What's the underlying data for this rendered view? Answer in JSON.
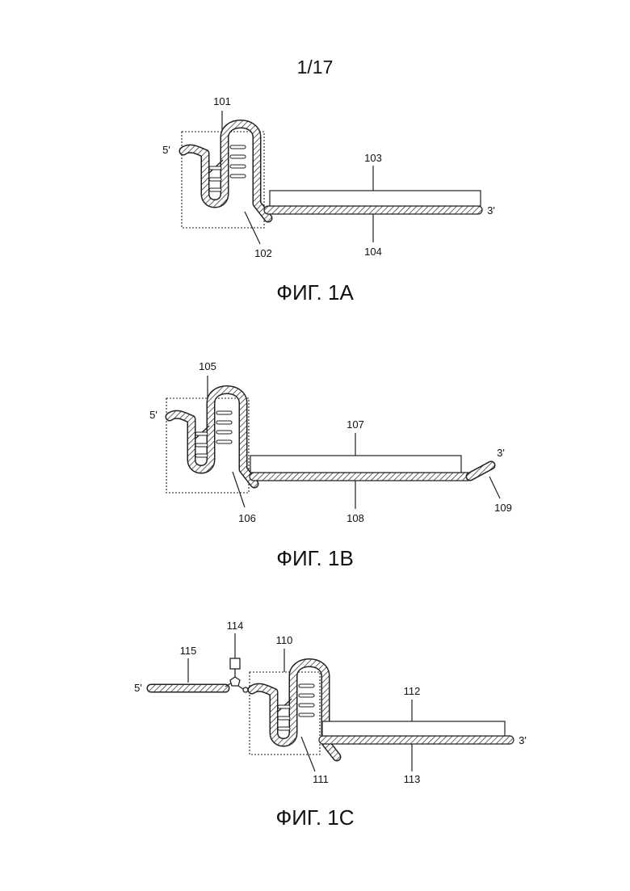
{
  "page": {
    "number": "1/17"
  },
  "figures": [
    {
      "caption": "ФИГ. 1A",
      "labels": {
        "five_prime": "5'",
        "three_prime": "3'",
        "box": "101",
        "stem_loop": "102",
        "bar": "103",
        "strand": "104"
      }
    },
    {
      "caption": "ФИГ. 1B",
      "labels": {
        "five_prime": "5'",
        "three_prime": "3'",
        "box": "105",
        "stem_loop": "106",
        "bar": "107",
        "strand": "108",
        "tail": "109"
      }
    },
    {
      "caption": "ФИГ. 1C",
      "labels": {
        "five_prime": "5'",
        "three_prime": "3'",
        "box": "110",
        "stem_loop": "111",
        "bar": "112",
        "strand": "113",
        "linker": "114",
        "left_strand": "115"
      }
    }
  ]
}
